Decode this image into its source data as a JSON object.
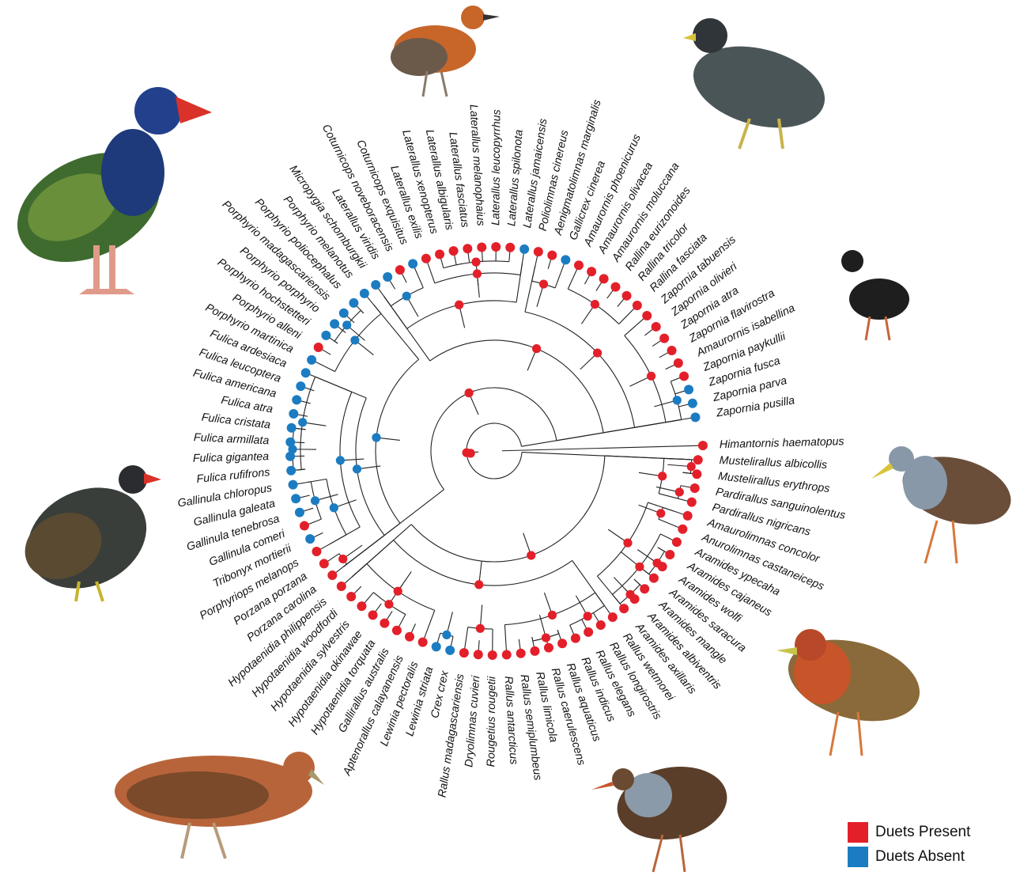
{
  "colors": {
    "present": "#e3202a",
    "absent": "#1b7cc2",
    "branch": "#222222",
    "label": "#111111"
  },
  "legend": [
    {
      "label": "Duets Present",
      "color": "#e3202a"
    },
    {
      "label": "Duets Absent",
      "color": "#1b7cc2"
    }
  ],
  "taxa": [
    {
      "name": "Himantornis haematopus",
      "state": "present"
    },
    {
      "name": "Mustelirallus albicollis",
      "state": "present"
    },
    {
      "name": "Mustelirallus erythrops",
      "state": "present"
    },
    {
      "name": "Pardirallus sanguinolentus",
      "state": "present"
    },
    {
      "name": "Pardirallus nigricans",
      "state": "present"
    },
    {
      "name": "Amaurolimnas concolor",
      "state": "present"
    },
    {
      "name": "Anurolimnas castaneiceps",
      "state": "present"
    },
    {
      "name": "Aramides ypecaha",
      "state": "present"
    },
    {
      "name": "Aramides cajaneus",
      "state": "present"
    },
    {
      "name": "Aramides wolfi",
      "state": "present"
    },
    {
      "name": "Aramides saracura",
      "state": "present"
    },
    {
      "name": "Aramides mangle",
      "state": "present"
    },
    {
      "name": "Aramides albiventris",
      "state": "present"
    },
    {
      "name": "Aramides axillaris",
      "state": "present"
    },
    {
      "name": "Rallus wetmorei",
      "state": "present"
    },
    {
      "name": "Rallus longirostris",
      "state": "present"
    },
    {
      "name": "Rallus elegans",
      "state": "present"
    },
    {
      "name": "Rallus indicus",
      "state": "present"
    },
    {
      "name": "Rallus aquaticus",
      "state": "present"
    },
    {
      "name": "Rallus caerulescens",
      "state": "present"
    },
    {
      "name": "Rallus limicola",
      "state": "present"
    },
    {
      "name": "Rallus semiplumbeus",
      "state": "present"
    },
    {
      "name": "Rallus antarcticus",
      "state": "present"
    },
    {
      "name": "Rougetius rougetii",
      "state": "present"
    },
    {
      "name": "Dryolimnas cuvieri",
      "state": "present"
    },
    {
      "name": "Rallus madagascariensis",
      "state": "present"
    },
    {
      "name": "Crex crex",
      "state": "absent"
    },
    {
      "name": "Lewinia striata",
      "state": "absent"
    },
    {
      "name": "Lewinia pectoralis",
      "state": "present"
    },
    {
      "name": "Aptenorallus calayanensis",
      "state": "present"
    },
    {
      "name": "Gallirallus australis",
      "state": "present"
    },
    {
      "name": "Hypotaenidia torquata",
      "state": "present"
    },
    {
      "name": "Hypotaenidia okinawae",
      "state": "present"
    },
    {
      "name": "Hypotaenidia sylvestris",
      "state": "present"
    },
    {
      "name": "Hypotaenidia woodfordi",
      "state": "present"
    },
    {
      "name": "Hypotaenidia philippensis",
      "state": "present"
    },
    {
      "name": "Porzana carolina",
      "state": "present"
    },
    {
      "name": "Porzana porzana",
      "state": "present"
    },
    {
      "name": "Porphyriops melanops",
      "state": "present"
    },
    {
      "name": "Tribonyx mortierii",
      "state": "absent"
    },
    {
      "name": "Gallinula comeri",
      "state": "present"
    },
    {
      "name": "Gallinula tenebrosa",
      "state": "absent"
    },
    {
      "name": "Gallinula galeata",
      "state": "absent"
    },
    {
      "name": "Gallinula chloropus",
      "state": "absent"
    },
    {
      "name": "Fulica rufifrons",
      "state": "absent"
    },
    {
      "name": "Fulica gigantea",
      "state": "absent"
    },
    {
      "name": "Fulica armillata",
      "state": "absent"
    },
    {
      "name": "Fulica cristata",
      "state": "absent"
    },
    {
      "name": "Fulica atra",
      "state": "absent"
    },
    {
      "name": "Fulica americana",
      "state": "absent"
    },
    {
      "name": "Fulica leucoptera",
      "state": "absent"
    },
    {
      "name": "Fulica ardesiaca",
      "state": "absent"
    },
    {
      "name": "Porphyrio martinica",
      "state": "absent"
    },
    {
      "name": "Porphyrio alleni",
      "state": "present"
    },
    {
      "name": "Porphyrio hochstetteri",
      "state": "absent"
    },
    {
      "name": "Porphyrio porphyrio",
      "state": "absent"
    },
    {
      "name": "Porphyrio madagascariensis",
      "state": "absent"
    },
    {
      "name": "Porphyrio poliocephalus",
      "state": "absent"
    },
    {
      "name": "Porphyrio melanotus",
      "state": "absent"
    },
    {
      "name": "Micropygia schomburgkii",
      "state": "absent"
    },
    {
      "name": "Laterallus viridis",
      "state": "absent"
    },
    {
      "name": "Coturnicops noveboracensis",
      "state": "present"
    },
    {
      "name": "Coturnicops exquisitus",
      "state": "absent"
    },
    {
      "name": "Laterallus exilis",
      "state": "present"
    },
    {
      "name": "Laterallus xenopterus",
      "state": "present"
    },
    {
      "name": "Laterallus albigularis",
      "state": "present"
    },
    {
      "name": "Laterallus fasciatus",
      "state": "present"
    },
    {
      "name": "Laterallus melanophaius",
      "state": "present"
    },
    {
      "name": "Laterallus leucopyrrhus",
      "state": "present"
    },
    {
      "name": "Laterallus spilonota",
      "state": "present"
    },
    {
      "name": "Laterallus jamaicensis",
      "state": "absent"
    },
    {
      "name": "Poliolimnas cinereus",
      "state": "present"
    },
    {
      "name": "Aenigmatolimnas marginalis",
      "state": "present"
    },
    {
      "name": "Gallicrex cinerea",
      "state": "absent"
    },
    {
      "name": "Amaurornis phoenicurus",
      "state": "present"
    },
    {
      "name": "Amaurornis olivacea",
      "state": "present"
    },
    {
      "name": "Amaurornis moluccana",
      "state": "present"
    },
    {
      "name": "Rallina eurizonoides",
      "state": "present"
    },
    {
      "name": "Rallina tricolor",
      "state": "present"
    },
    {
      "name": "Rallina fasciata",
      "state": "present"
    },
    {
      "name": "Zapornia tabuensis",
      "state": "present"
    },
    {
      "name": "Zapornia olivieri",
      "state": "present"
    },
    {
      "name": "Zapornia atra",
      "state": "present"
    },
    {
      "name": "Zapornia flavirostra",
      "state": "present"
    },
    {
      "name": "Amaurornis isabellina",
      "state": "present"
    },
    {
      "name": "Zapornia paykullii",
      "state": "present"
    },
    {
      "name": "Zapornia fusca",
      "state": "absent"
    },
    {
      "name": "Zapornia parva",
      "state": "absent"
    },
    {
      "name": "Zapornia pusilla",
      "state": "absent"
    }
  ]
}
